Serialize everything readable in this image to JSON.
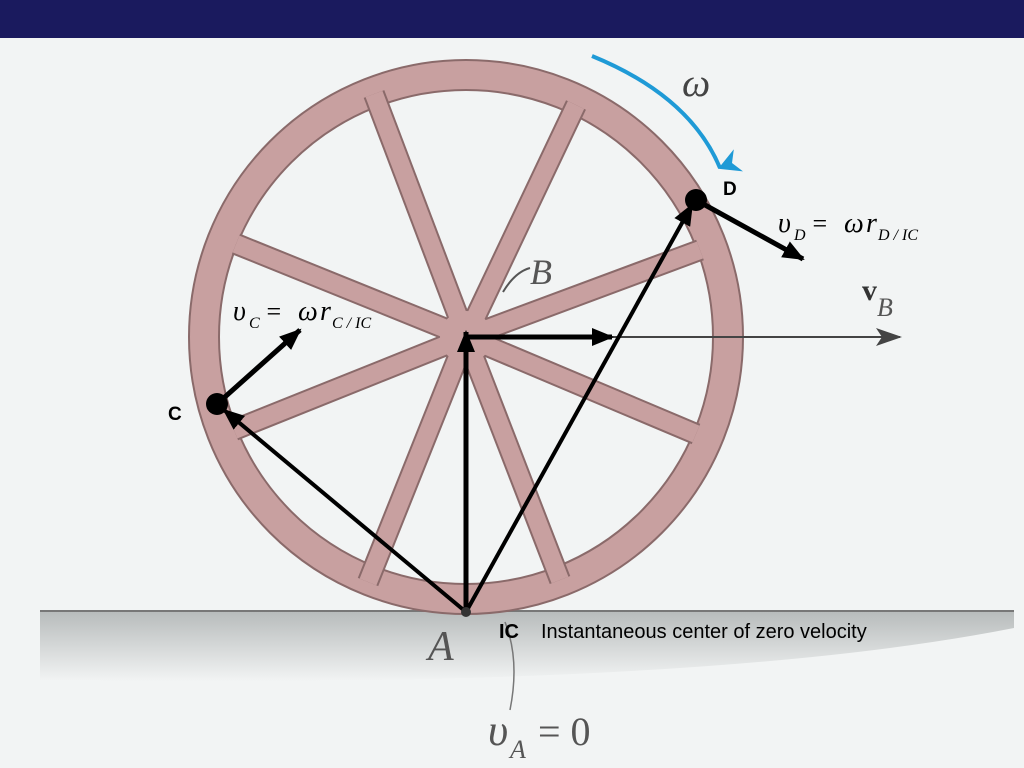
{
  "labels": {
    "omega": "ω",
    "point_d": "D",
    "point_c": "C",
    "point_b": "B",
    "point_a": "A",
    "vb_bold": "v",
    "vb_sub": "B",
    "vd_v": "υ",
    "vd_sub": "D",
    "vd_eq": " = ",
    "vd_omega": "ω",
    "vd_r": "r",
    "vd_rsub": "D / IC",
    "vc_v": "υ",
    "vc_sub": "C",
    "vc_eq": " = ",
    "vc_omega": "ω",
    "vc_r": "r",
    "vc_rsub": "C / IC",
    "ic_label": "IC",
    "ic_desc": "Instantaneous center of zero velocity",
    "va_v": "υ",
    "va_sub": "A",
    "va_eq": " = 0"
  },
  "colors": {
    "header": "#1a1a5e",
    "wheel": "#c8a0a0",
    "wheel_edge": "#8a6a6a",
    "omega_arrow": "#1f9ad6",
    "vector": "#000000",
    "ground": "#c8cccc"
  }
}
